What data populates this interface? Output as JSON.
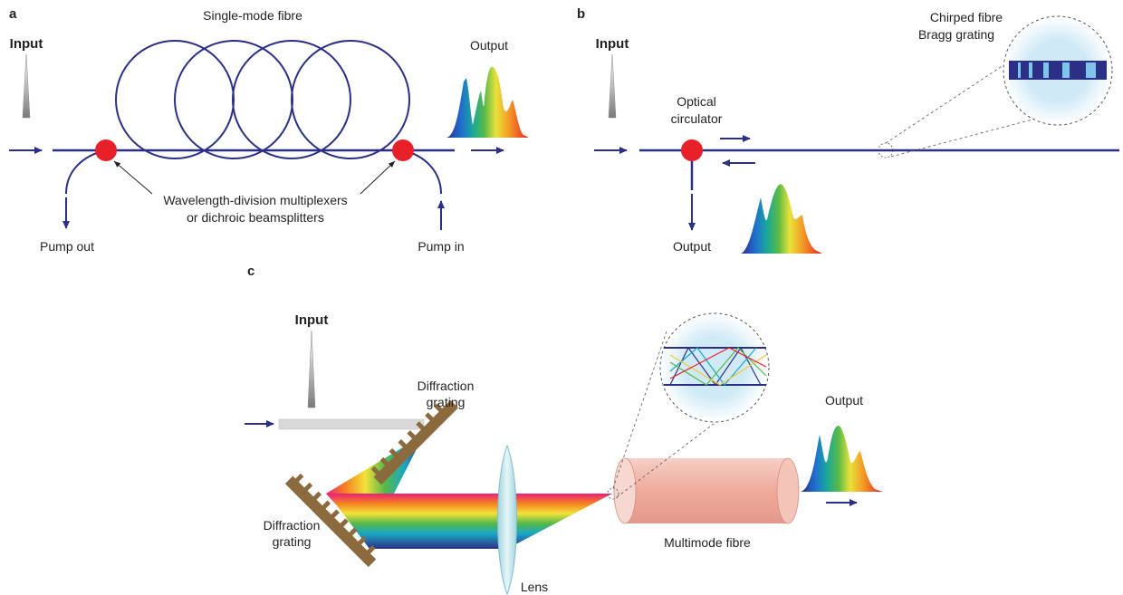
{
  "colors": {
    "fibre": "#2c2f86",
    "node": "#e8202a",
    "grating": "#8b6b3e",
    "lens": "#bfe6ea",
    "multimode": "#f2b8ad",
    "magnifier": "#d9eef8"
  },
  "panel_a": {
    "tag": "a",
    "fibre_label": "Single-mode fibre",
    "input_label": "Input",
    "output_label": "Output",
    "wdm_line1": "Wavelength-division multiplexers",
    "wdm_line2": "or dichroic beamsplitters",
    "pump_out_label": "Pump out",
    "pump_in_label": "Pump in"
  },
  "panel_b": {
    "tag": "b",
    "input_label": "Input",
    "circulator_line1": "Optical",
    "circulator_line2": "circulator",
    "grating_line1": "Chirped fibre",
    "grating_line2": "Bragg grating",
    "output_label": "Output"
  },
  "panel_c": {
    "tag": "c",
    "input_label": "Input",
    "grating1_line1": "Diffraction",
    "grating1_line2": "grating",
    "grating2_line1": "Diffraction",
    "grating2_line2": "grating",
    "lens_label": "Lens",
    "fibre_label": "Multimode fibre",
    "output_label": "Output"
  }
}
